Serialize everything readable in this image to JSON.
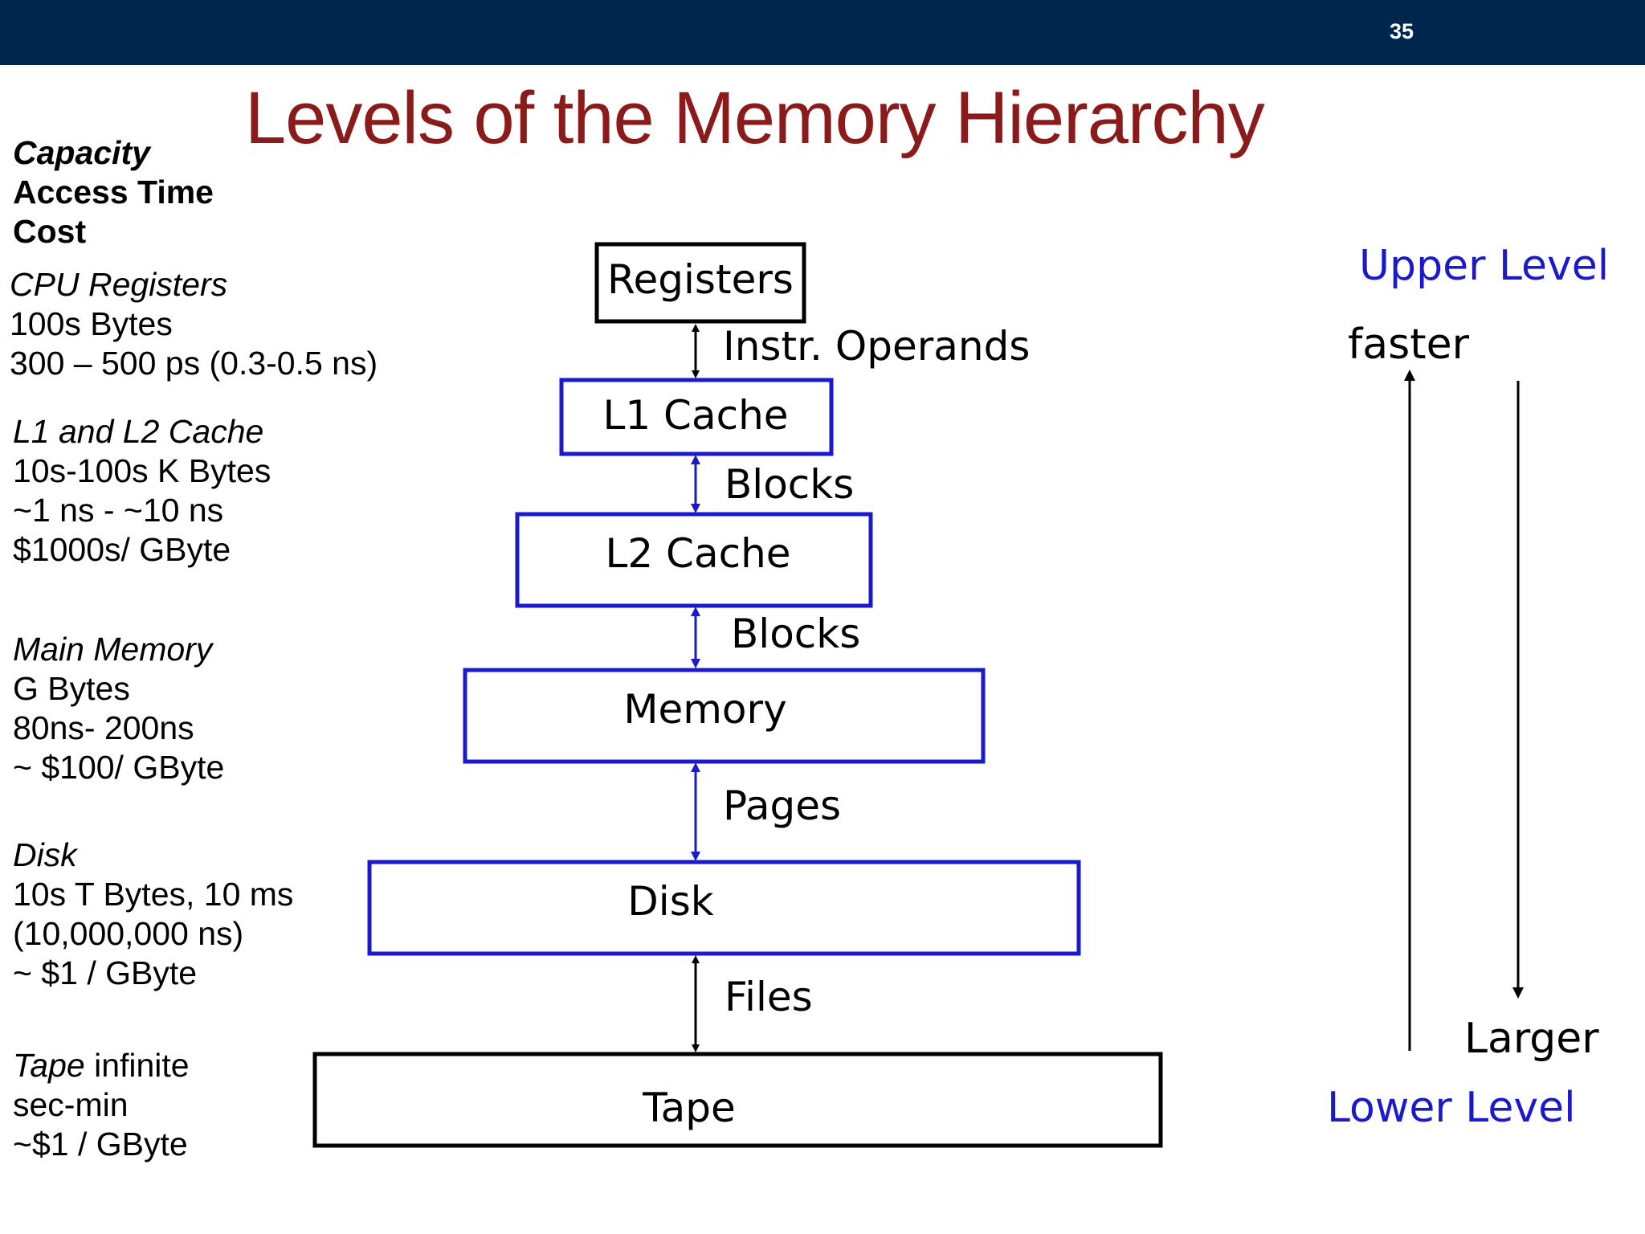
{
  "slide_number": "35",
  "title": "Levels of the Memory Hierarchy",
  "legend": {
    "line1": "Capacity",
    "line2": "Access Time",
    "line3": "Cost"
  },
  "levels_info": [
    {
      "name": "CPU Registers",
      "lines": [
        "100s Bytes",
        "300 – 500 ps (0.3-0.5 ns)"
      ]
    },
    {
      "name": "L1 and L2 Cache",
      "lines": [
        "10s-100s K Bytes",
        "~1 ns - ~10 ns",
        "$1000s/ GByte"
      ]
    },
    {
      "name": "Main Memory",
      "lines": [
        "G Bytes",
        "80ns- 200ns",
        "~ $100/ GByte"
      ]
    },
    {
      "name": "Disk",
      "lines": [
        "10s T Bytes, 10 ms",
        "(10,000,000 ns)",
        "~ $1 / GByte"
      ]
    },
    {
      "name": "Tape",
      "name_suffix": " infinite",
      "lines": [
        "sec-min",
        "~$1 / GByte"
      ]
    }
  ],
  "hierarchy": {
    "boxes": [
      "Registers",
      "L1 Cache",
      "L2 Cache",
      "Memory",
      "Disk",
      "Tape"
    ],
    "transfers": [
      "Instr. Operands",
      "Blocks",
      "Blocks",
      "Pages",
      "Files"
    ]
  },
  "right": {
    "upper_level": "Upper Level",
    "faster": "faster",
    "larger": "Larger",
    "lower_level": "Lower Level"
  },
  "colors": {
    "header_bar": "#00264d",
    "title": "#8b1a1a",
    "level_blue": "#1a1acc",
    "box_black": "#000000"
  }
}
